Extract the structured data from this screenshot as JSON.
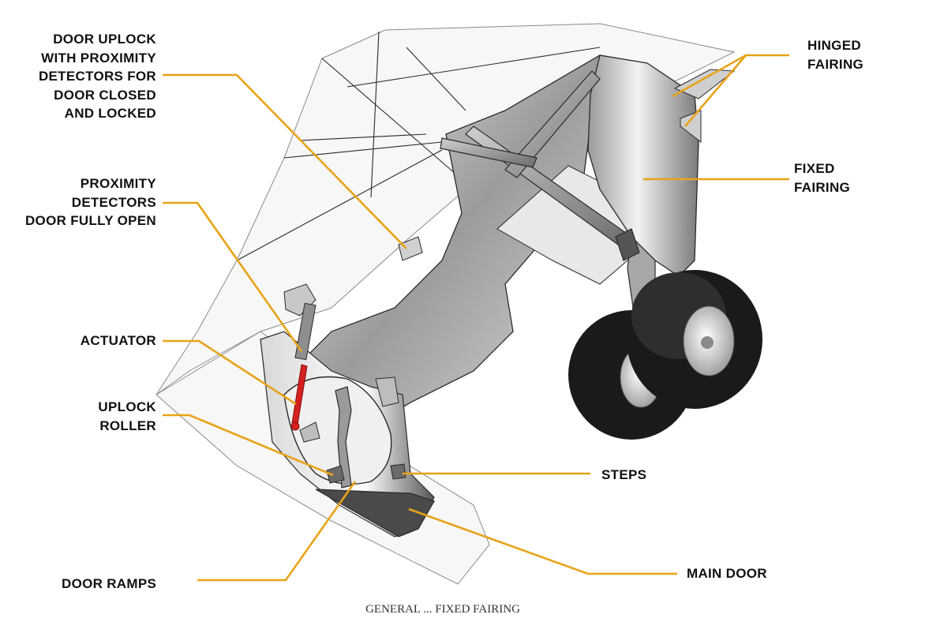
{
  "labels": {
    "door_uplock": [
      "DOOR UPLOCK",
      "WITH PROXIMITY",
      "DETECTORS FOR",
      "DOOR CLOSED",
      "AND LOCKED"
    ],
    "proximity_open": [
      "PROXIMITY",
      "DETECTORS",
      "DOOR FULLY OPEN"
    ],
    "actuator": [
      "ACTUATOR"
    ],
    "uplock_roller": [
      "UPLOCK",
      "ROLLER"
    ],
    "door_ramps": [
      "DOOR RAMPS"
    ],
    "hinged_fairing": [
      "HINGED",
      "FAIRING"
    ],
    "fixed_fairing": [
      "FIXED",
      "FAIRING"
    ],
    "steps": [
      "STEPS"
    ],
    "main_door": [
      "MAIN DOOR"
    ]
  },
  "caption": "GENERAL ... FIXED FAIRING",
  "colors": {
    "leader": "#e8a317",
    "actuator_rod": "#d42020",
    "tire": "#1a1a1a",
    "hub": "#d9d9d9",
    "outline": "#2a2a2a"
  }
}
